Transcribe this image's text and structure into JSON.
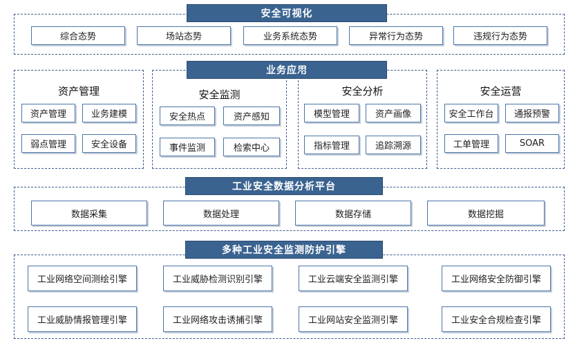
{
  "layer1": {
    "title": "安全可视化",
    "items": [
      "综合态势",
      "场站态势",
      "业务系统态势",
      "异常行为态势",
      "违规行为态势"
    ]
  },
  "layer2": {
    "title": "业务应用",
    "groups": [
      {
        "title": "资产管理",
        "items": [
          "资产管理",
          "业务建模",
          "弱点管理",
          "安全设备"
        ]
      },
      {
        "title": "安全监测",
        "items": [
          "安全热点",
          "资产感知",
          "事件监测",
          "检索中心"
        ]
      },
      {
        "title": "安全分析",
        "items": [
          "模型管理",
          "资产画像",
          "指标管理",
          "追踪溯源"
        ]
      },
      {
        "title": "安全运营",
        "items": [
          "安全工作台",
          "通报预警",
          "工单管理",
          "SOAR"
        ]
      }
    ]
  },
  "layer3": {
    "title": "工业安全数据分析平台",
    "items": [
      "数据采集",
      "数据处理",
      "数据存储",
      "数据挖掘"
    ]
  },
  "layer4": {
    "title": "多种工业安全监测防护引擎",
    "items": [
      "工业网络空间测绘引擎",
      "工业威胁检测识别引擎",
      "工业云端安全监测引擎",
      "工业网络安全防御引擎",
      "工业威胁情报管理引擎",
      "工业网络攻击诱捕引擎",
      "工业网站安全监测引擎",
      "工业安全合规检查引擎"
    ]
  },
  "colors": {
    "banner": "#3a6390",
    "border": "#4a74a8",
    "dashed": "#3a5b8c"
  }
}
